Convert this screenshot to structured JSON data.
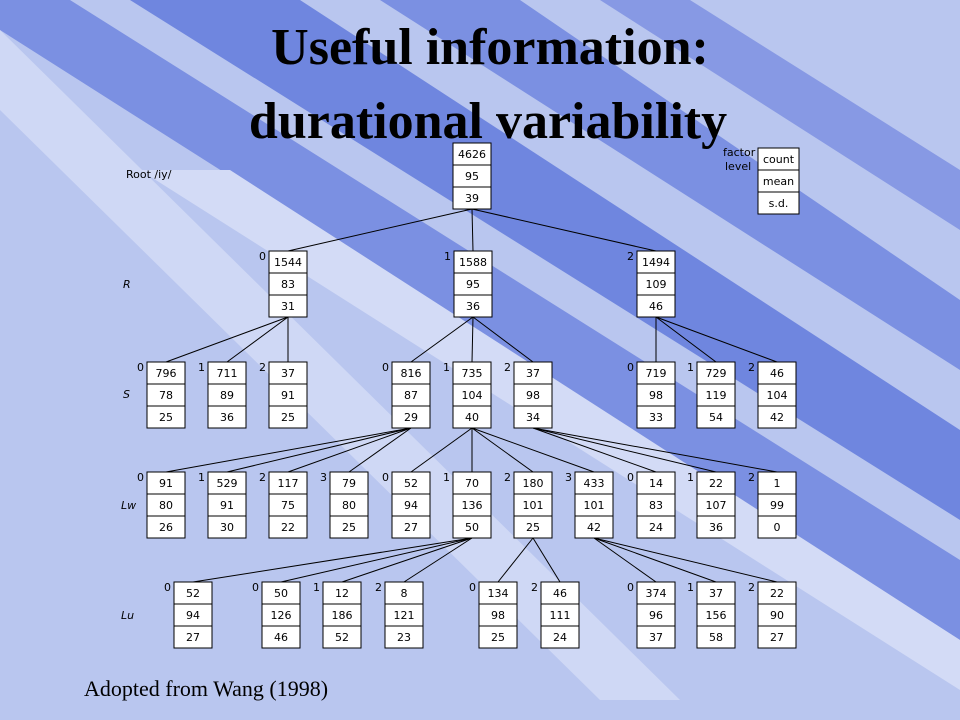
{
  "slide": {
    "title_line1": "Useful information:",
    "title_line2": "durational variability",
    "caption": "Adopted from Wang (1998)",
    "colors": {
      "background": "#b9c6ef",
      "stripe_dark": "#6f86df",
      "stripe_light": "#d3dbf6"
    }
  },
  "tree": {
    "root_label": "Root /iy/",
    "legend": {
      "header": [
        "factor",
        "level"
      ],
      "fields": [
        "count",
        "mean",
        "s.d."
      ]
    },
    "level_labels": [
      "R",
      "S",
      "Lw",
      "Lu"
    ],
    "nodes": {
      "root": {
        "values": [
          "4626",
          "95",
          "39"
        ]
      },
      "R0": {
        "level": "0",
        "values": [
          "1544",
          "83",
          "31"
        ]
      },
      "R1": {
        "level": "1",
        "values": [
          "1588",
          "95",
          "36"
        ]
      },
      "R2": {
        "level": "2",
        "values": [
          "1494",
          "109",
          "46"
        ]
      },
      "S00": {
        "level": "0",
        "values": [
          "796",
          "78",
          "25"
        ]
      },
      "S01": {
        "level": "1",
        "values": [
          "711",
          "89",
          "36"
        ]
      },
      "S02": {
        "level": "2",
        "values": [
          "37",
          "91",
          "25"
        ]
      },
      "S10": {
        "level": "0",
        "values": [
          "816",
          "87",
          "29"
        ]
      },
      "S11": {
        "level": "1",
        "values": [
          "735",
          "104",
          "40"
        ]
      },
      "S12": {
        "level": "2",
        "values": [
          "37",
          "98",
          "34"
        ]
      },
      "S20": {
        "level": "0",
        "values": [
          "719",
          "98",
          "33"
        ]
      },
      "S21": {
        "level": "1",
        "values": [
          "729",
          "119",
          "54"
        ]
      },
      "S22": {
        "level": "2",
        "values": [
          "46",
          "104",
          "42"
        ]
      },
      "Lw0": {
        "level": "0",
        "values": [
          "91",
          "80",
          "26"
        ]
      },
      "Lw1": {
        "level": "1",
        "values": [
          "529",
          "91",
          "30"
        ]
      },
      "Lw2": {
        "level": "2",
        "values": [
          "117",
          "75",
          "22"
        ]
      },
      "Lw3": {
        "level": "3",
        "values": [
          "79",
          "80",
          "25"
        ]
      },
      "Lw4": {
        "level": "0",
        "values": [
          "52",
          "94",
          "27"
        ]
      },
      "Lw5": {
        "level": "1",
        "values": [
          "70",
          "136",
          "50"
        ]
      },
      "Lw6": {
        "level": "2",
        "values": [
          "180",
          "101",
          "25"
        ]
      },
      "Lw7": {
        "level": "3",
        "values": [
          "433",
          "101",
          "42"
        ]
      },
      "Lw8": {
        "level": "0",
        "values": [
          "14",
          "83",
          "24"
        ]
      },
      "Lw9": {
        "level": "1",
        "values": [
          "22",
          "107",
          "36"
        ]
      },
      "Lw10": {
        "level": "2",
        "values": [
          "1",
          "99",
          "0"
        ]
      },
      "Lu0": {
        "level": "0",
        "values": [
          "52",
          "94",
          "27"
        ]
      },
      "Lu1": {
        "level": "0",
        "values": [
          "50",
          "126",
          "46"
        ]
      },
      "Lu2": {
        "level": "1",
        "values": [
          "12",
          "186",
          "52"
        ]
      },
      "Lu3": {
        "level": "2",
        "values": [
          "8",
          "121",
          "23"
        ]
      },
      "Lu4": {
        "level": "0",
        "values": [
          "134",
          "98",
          "25"
        ]
      },
      "Lu5": {
        "level": "2",
        "values": [
          "46",
          "111",
          "24"
        ]
      },
      "Lu6": {
        "level": "0",
        "values": [
          "374",
          "96",
          "37"
        ]
      },
      "Lu7": {
        "level": "1",
        "values": [
          "37",
          "156",
          "58"
        ]
      },
      "Lu8": {
        "level": "2",
        "values": [
          "22",
          "90",
          "27"
        ]
      }
    },
    "edges": [
      [
        "root",
        "R0"
      ],
      [
        "root",
        "R1"
      ],
      [
        "root",
        "R2"
      ],
      [
        "R0",
        "S00"
      ],
      [
        "R0",
        "S01"
      ],
      [
        "R0",
        "S02"
      ],
      [
        "R1",
        "S10"
      ],
      [
        "R1",
        "S11"
      ],
      [
        "R1",
        "S12"
      ],
      [
        "R2",
        "S20"
      ],
      [
        "R2",
        "S21"
      ],
      [
        "R2",
        "S22"
      ],
      [
        "S10",
        "Lw0"
      ],
      [
        "S10",
        "Lw1"
      ],
      [
        "S10",
        "Lw2"
      ],
      [
        "S10",
        "Lw3"
      ],
      [
        "S11",
        "Lw4"
      ],
      [
        "S11",
        "Lw5"
      ],
      [
        "S11",
        "Lw6"
      ],
      [
        "S11",
        "Lw7"
      ],
      [
        "S12",
        "Lw8"
      ],
      [
        "S12",
        "Lw9"
      ],
      [
        "S12",
        "Lw10"
      ],
      [
        "Lw5",
        "Lu0"
      ],
      [
        "Lw5",
        "Lu1"
      ],
      [
        "Lw5",
        "Lu2"
      ],
      [
        "Lw5",
        "Lu3"
      ],
      [
        "Lw6",
        "Lu4"
      ],
      [
        "Lw6",
        "Lu5"
      ],
      [
        "Lw7",
        "Lu6"
      ],
      [
        "Lw7",
        "Lu7"
      ],
      [
        "Lw7",
        "Lu8"
      ]
    ]
  }
}
